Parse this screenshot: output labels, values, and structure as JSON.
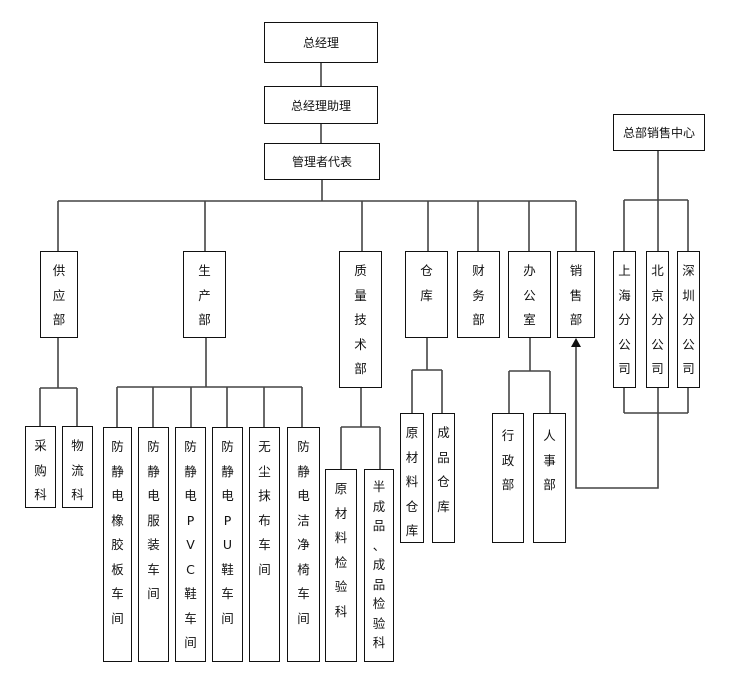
{
  "chart_data": {
    "type": "org-chart",
    "title": "",
    "nodes": [
      {
        "id": "gm",
        "label": "总经理",
        "parent": null
      },
      {
        "id": "gm_assistant",
        "label": "总经理助理",
        "parent": "gm"
      },
      {
        "id": "mgmt_rep",
        "label": "管理者代表",
        "parent": "gm_assistant"
      },
      {
        "id": "supply",
        "label": "供应部",
        "parent": "mgmt_rep"
      },
      {
        "id": "production",
        "label": "生产部",
        "parent": "mgmt_rep"
      },
      {
        "id": "quality",
        "label": "质量技术部",
        "parent": "mgmt_rep"
      },
      {
        "id": "warehouse",
        "label": "仓库",
        "parent": "mgmt_rep"
      },
      {
        "id": "finance",
        "label": "财务部",
        "parent": "mgmt_rep"
      },
      {
        "id": "office",
        "label": "办公室",
        "parent": "mgmt_rep"
      },
      {
        "id": "sales",
        "label": "销售部",
        "parent": "mgmt_rep"
      },
      {
        "id": "purchasing",
        "label": "采购科",
        "parent": "supply"
      },
      {
        "id": "logistics",
        "label": "物流科",
        "parent": "supply"
      },
      {
        "id": "ws_rubber",
        "label": "防静电橡胶板车间",
        "parent": "production"
      },
      {
        "id": "ws_garment",
        "label": "防静电服装车间",
        "parent": "production"
      },
      {
        "id": "ws_pvc",
        "label": "防静电PVC鞋车间",
        "parent": "production"
      },
      {
        "id": "ws_pu",
        "label": "防静电PU鞋车间",
        "parent": "production"
      },
      {
        "id": "ws_wiper",
        "label": "无尘抹布车间",
        "parent": "production"
      },
      {
        "id": "ws_chair",
        "label": "防静电洁净椅车间",
        "parent": "production"
      },
      {
        "id": "raw_inspect",
        "label": "原材料检验科",
        "parent": "quality"
      },
      {
        "id": "product_inspect",
        "label": "半成品、成品检验科",
        "parent": "quality"
      },
      {
        "id": "raw_store",
        "label": "原材料仓库",
        "parent": "warehouse"
      },
      {
        "id": "product_store",
        "label": "成品仓库",
        "parent": "warehouse"
      },
      {
        "id": "admin",
        "label": "行政部",
        "parent": "office"
      },
      {
        "id": "hr",
        "label": "人事部",
        "parent": "office"
      },
      {
        "id": "hq_sales",
        "label": "总部销售中心",
        "parent": null
      },
      {
        "id": "shanghai",
        "label": "上海分公司",
        "parent": "hq_sales"
      },
      {
        "id": "beijing",
        "label": "北京分公司",
        "parent": "hq_sales"
      },
      {
        "id": "shenzhen",
        "label": "深圳分公司",
        "parent": "hq_sales"
      }
    ],
    "links": [
      {
        "from": "hq_sales_branches",
        "to": "sales",
        "style": "arrow"
      }
    ]
  }
}
